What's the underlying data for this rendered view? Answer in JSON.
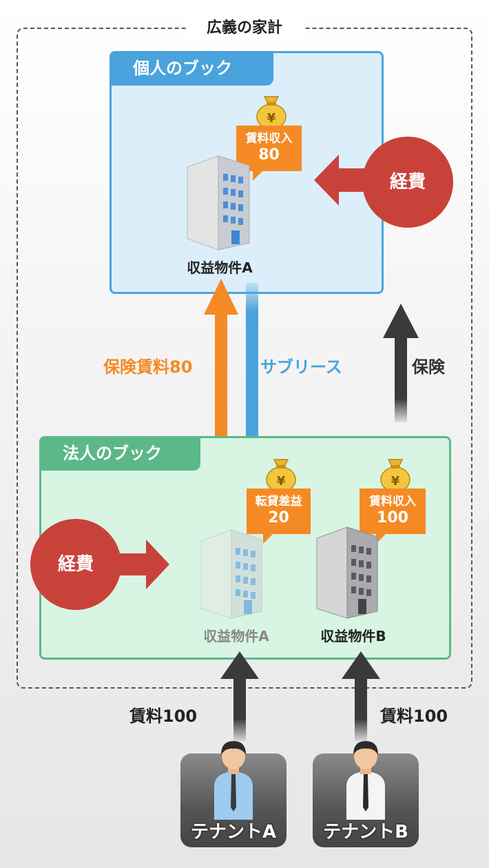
{
  "household": {
    "title": "広義の家計"
  },
  "personal_book": {
    "title": "個人のブック",
    "income_callout": {
      "label": "賃料収入",
      "value": "80"
    },
    "building_label": "収益物件A",
    "expense_label": "経費"
  },
  "corporate_book": {
    "title": "法人のブック",
    "profit_callout": {
      "label": "転貸差益",
      "value": "20"
    },
    "income_callout": {
      "label": "賃料収入",
      "value": "100"
    },
    "building_a_label": "収益物件A",
    "building_b_label": "収益物件B",
    "expense_label": "経費"
  },
  "flows": {
    "insurance_rent": "保険賃料80",
    "sublease": "サブリース",
    "insurance": "保険",
    "rent_a": "賃料100",
    "rent_b": "賃料100"
  },
  "tenants": [
    {
      "label": "テナントA"
    },
    {
      "label": "テナントB"
    }
  ],
  "colors": {
    "personal": "#4aa3dc",
    "corporate": "#5cb888",
    "orange": "#f58a24",
    "expense": "#c8423a",
    "dark_arrow": "#3a3a3a"
  },
  "icons": [
    "money-bag-icon",
    "building-icon",
    "person-icon",
    "arrow-icon"
  ]
}
